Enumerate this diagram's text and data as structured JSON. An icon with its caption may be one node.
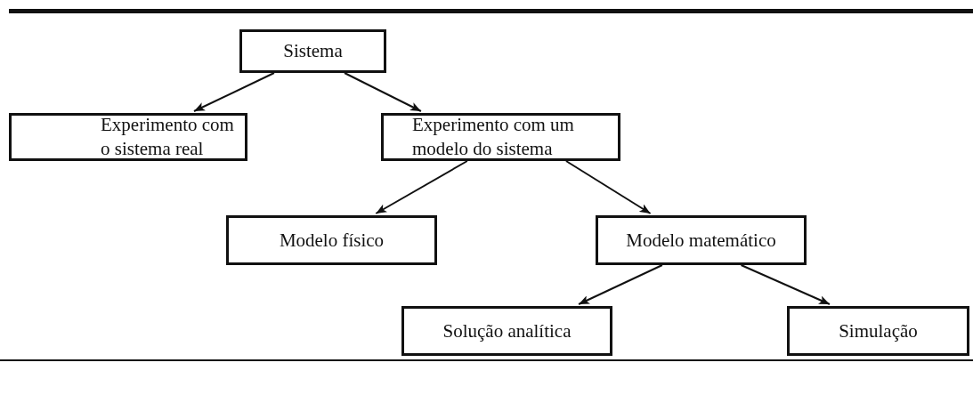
{
  "diagram": {
    "nodes": [
      {
        "text": [
          "Sistema"
        ]
      },
      {
        "text": [
          "Experimento com o sistema real"
        ]
      },
      {
        "text": [
          "Experimento com um modelo do sistema"
        ]
      },
      {
        "text": [
          "Modelo físico"
        ]
      },
      {
        "text": [
          "Modelo matemático"
        ]
      },
      {
        "text": [
          "Solução analítica"
        ]
      },
      {
        "text": [
          "Simulação"
        ]
      }
    ],
    "edges": [
      {
        "from": 0,
        "to": 1,
        "arrow": "to"
      },
      {
        "from": 0,
        "to": 2,
        "arrow": "to"
      },
      {
        "from": 2,
        "to": 3,
        "arrow": "to"
      },
      {
        "from": 2,
        "to": 4,
        "arrow": "to"
      },
      {
        "from": 4,
        "to": 5,
        "arrow": "to"
      },
      {
        "from": 4,
        "to": 6,
        "arrow": "to"
      }
    ]
  }
}
